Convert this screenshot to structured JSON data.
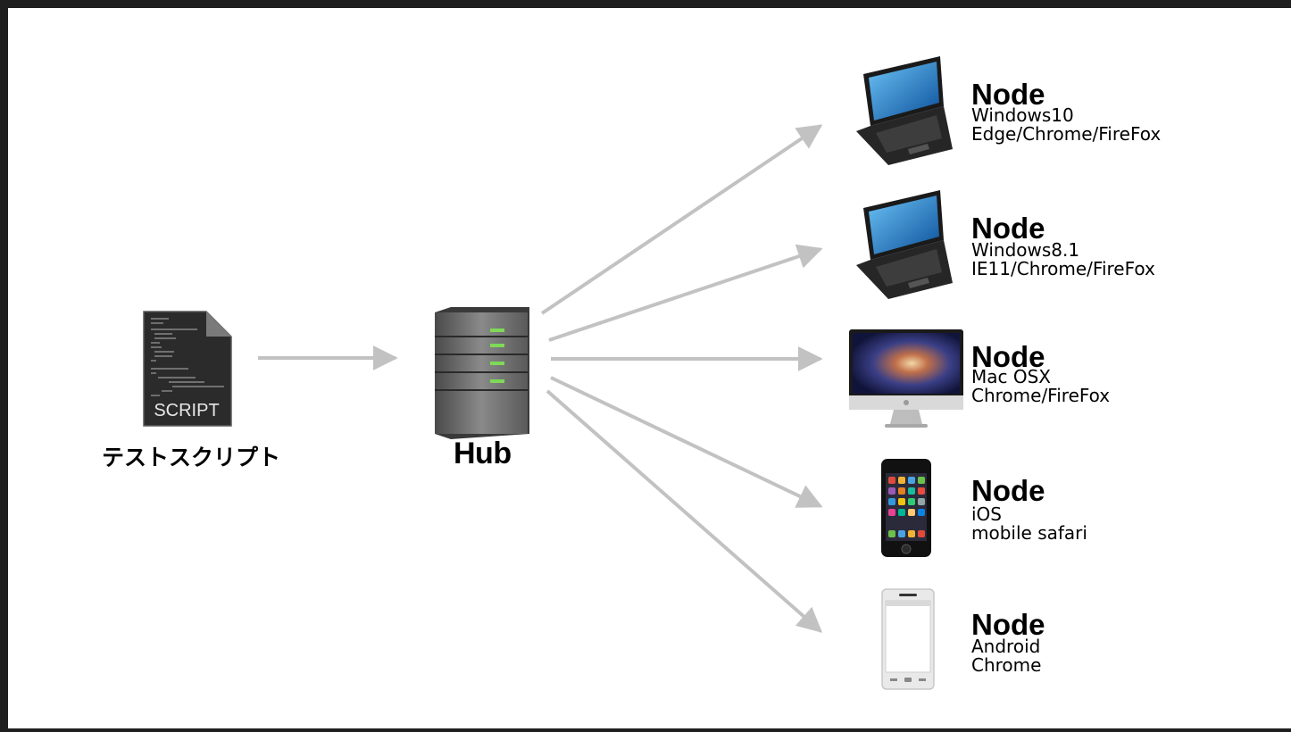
{
  "script": {
    "icon_text": "SCRIPT",
    "label": "テストスクリプト"
  },
  "hub": {
    "label": "Hub"
  },
  "nodes": [
    {
      "title": "Node",
      "os": "Windows10",
      "browsers": "Edge/Chrome/FireFox",
      "device": "laptop-icon"
    },
    {
      "title": "Node",
      "os": "Windows8.1",
      "browsers": "IE11/Chrome/FireFox",
      "device": "laptop-icon"
    },
    {
      "title": "Node",
      "os": "Mac OSX",
      "browsers": "Chrome/FireFox",
      "device": "imac-icon"
    },
    {
      "title": "Node",
      "os": "iOS",
      "browsers": "mobile safari",
      "device": "iphone-icon"
    },
    {
      "title": "Node",
      "os": "Android",
      "browsers": "Chrome",
      "device": "android-phone-icon"
    }
  ],
  "colors": {
    "arrow": "#c2c2c2",
    "frame": "#1f1f1f",
    "hub_led": "#7ed957",
    "screen_blue": "#1e8fd6"
  }
}
